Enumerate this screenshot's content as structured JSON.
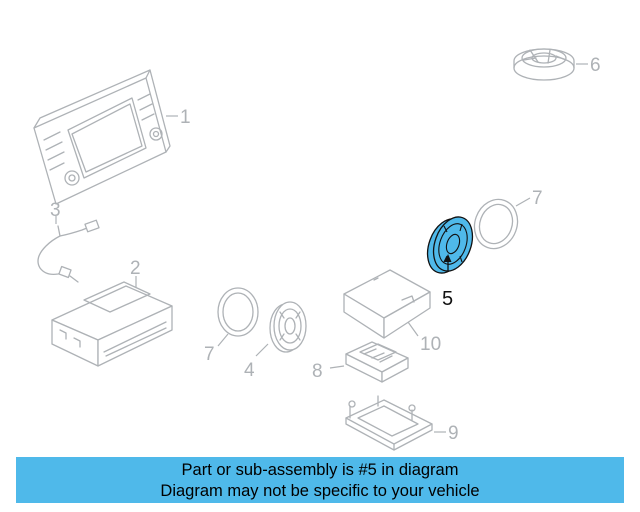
{
  "diagram": {
    "highlight_color": "#4fb9ea",
    "highlighted_part": "5",
    "callouts": {
      "radio_unit": "1",
      "control_module": "2",
      "antenna_cable": "3",
      "speaker_left": "4",
      "highlighted_speaker": "5",
      "speaker_cover": "6",
      "ring_right": "7",
      "ring_left": "7",
      "bracket_module": "8",
      "mounting_bracket": "9",
      "amplifier": "10"
    }
  },
  "banner": {
    "line1": "Part or sub-assembly is #5 in diagram",
    "line2": "Diagram may not be specific to your vehicle",
    "background": "#4fb9ea"
  }
}
